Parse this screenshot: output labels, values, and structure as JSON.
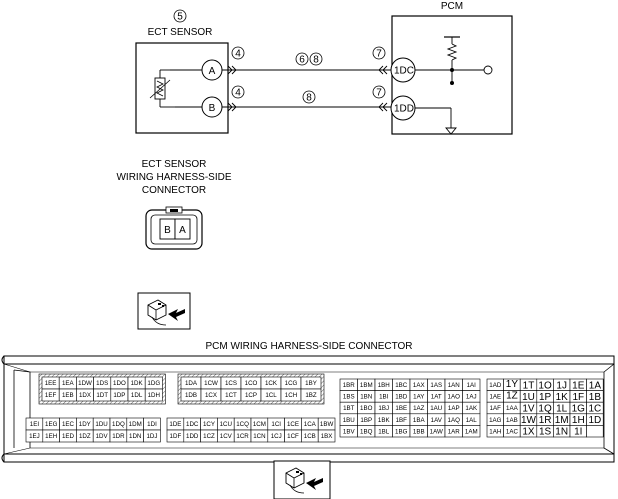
{
  "diagram": {
    "ect_sensor": {
      "title": "ECT SENSOR",
      "callout": "5",
      "terminals": [
        "A",
        "B"
      ],
      "wire_a_connector": "4",
      "wire_b_connector": "4"
    },
    "pcm": {
      "title": "PCM",
      "terminals": [
        "1DC",
        "1DD"
      ],
      "wire_a_connector": "7",
      "wire_b_connector": "7"
    },
    "wire_a_callouts": [
      "6",
      "8"
    ],
    "wire_b_callouts": [
      "8"
    ],
    "harness_connector": {
      "caption_lines": [
        "ECT SENSOR",
        "WIRING HARNESS-SIDE",
        "CONNECTOR"
      ],
      "pins": [
        "B",
        "A"
      ]
    },
    "pcm_connector": {
      "caption": "PCM WIRING HARNESS-SIDE CONNECTOR",
      "block1": {
        "rows": [
          [
            "1EE",
            "1EA",
            "1DW",
            "1DS",
            "1DO",
            "1DK",
            "1DG"
          ],
          [
            "1EF",
            "1EB",
            "1DX",
            "1DT",
            "1DP",
            "1DL",
            "1DH"
          ]
        ]
      },
      "block2": {
        "rows": [
          [
            "1DA",
            "1CW",
            "1CS",
            "1CO",
            "1CK",
            "1CG",
            "1BY"
          ],
          [
            "1DB",
            "1CX",
            "1CT",
            "1CP",
            "1CL",
            "1CH",
            "1BZ"
          ]
        ]
      },
      "block3": {
        "rows": [
          [
            "1EI",
            "1EG",
            "1EC",
            "1DY",
            "1DU",
            "1DQ",
            "1DM",
            "1DI"
          ],
          [
            "1EJ",
            "1EH",
            "1ED",
            "1DZ",
            "1DV",
            "1DR",
            "1DN",
            "1DJ"
          ]
        ]
      },
      "block4": {
        "rows": [
          [
            "1DE",
            "1DC",
            "1CY",
            "1CU",
            "1CQ",
            "1CM",
            "1CI",
            "1CE",
            "1CA",
            "1BW"
          ],
          [
            "1DF",
            "1DD",
            "1CZ",
            "1CV",
            "1CR",
            "1CN",
            "1CJ",
            "1CF",
            "1CB",
            "1BX"
          ]
        ]
      },
      "block5": {
        "rows": [
          [
            "1BR",
            "1BM",
            "1BH",
            "1BC",
            "1AX",
            "1AS",
            "1AN",
            "1AI"
          ],
          [
            "1BS",
            "1BN",
            "1BI",
            "1BD",
            "1AY",
            "1AT",
            "1AO",
            "1AJ"
          ],
          [
            "1BT",
            "1BO",
            "1BJ",
            "1BE",
            "1AZ",
            "1AU",
            "1AP",
            "1AK"
          ],
          [
            "1BU",
            "1BP",
            "1BK",
            "1BF",
            "1BA",
            "1AV",
            "1AQ",
            "1AL"
          ],
          [
            "1BV",
            "1BQ",
            "1BL",
            "1BG",
            "1BB",
            "1AW",
            "1AR",
            "1AM"
          ]
        ]
      },
      "block6": {
        "rows": [
          [
            "1AD",
            "1Y",
            "1T",
            "1O",
            "1J",
            "1E",
            "1A"
          ],
          [
            "1AE",
            "1Z",
            "1U",
            "1P",
            "1K",
            "1F",
            "1B"
          ],
          [
            "1AF",
            "1AA",
            "1V",
            "1Q",
            "1L",
            "1G",
            "1C"
          ],
          [
            "1AG",
            "1AB",
            "1W",
            "1R",
            "1M",
            "1H",
            "1D"
          ],
          [
            "1AH",
            "1AC",
            "1X",
            "1S",
            "1N",
            "1I",
            ""
          ]
        ]
      }
    }
  }
}
